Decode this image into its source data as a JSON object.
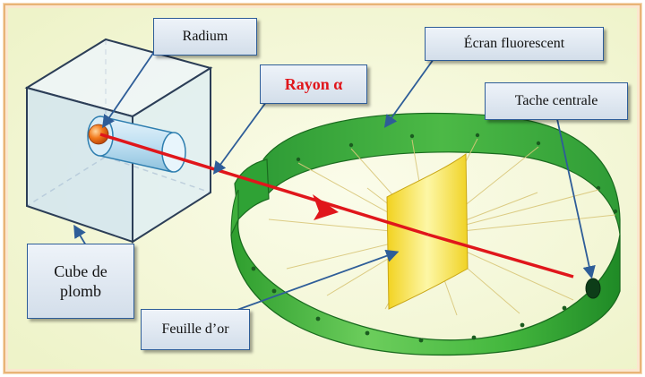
{
  "labels": {
    "radium": "Radium",
    "rayon_alpha": "Rayon α",
    "ecran_fluorescent": "Écran fluorescent",
    "tache_centrale": "Tache centrale",
    "cube_de_plomb": "Cube de plomb",
    "feuille_or": "Feuille d’or"
  },
  "colors": {
    "frame_border": "#e8b478",
    "background": "#f5f8dc",
    "screen_green": "#3fb43c",
    "beam_red": "#e0161b",
    "gold_foil": "#f6e33a",
    "label_border": "#2e5d98",
    "rayon_text": "#e0161b"
  }
}
